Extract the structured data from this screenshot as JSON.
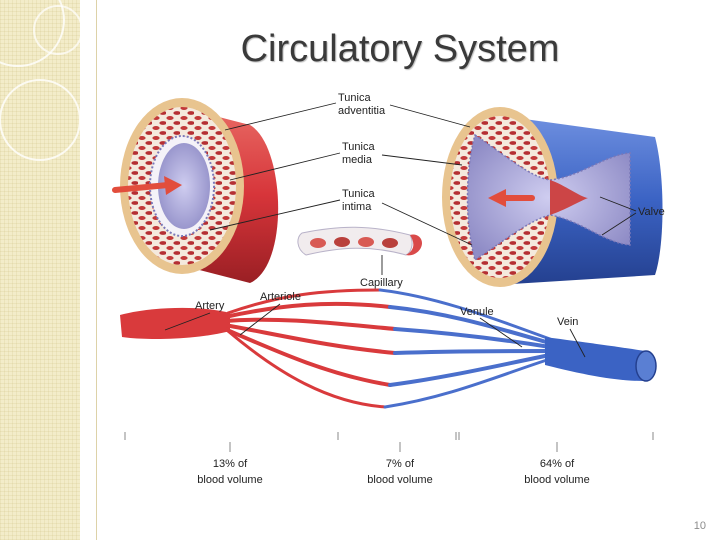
{
  "slide": {
    "title": "Circulatory System",
    "page_number": "10"
  },
  "labels": {
    "tunica_adventitia_1": "Tunica",
    "tunica_adventitia_2": "adventitia",
    "tunica_media_1": "Tunica",
    "tunica_media_2": "media",
    "tunica_intima_1": "Tunica",
    "tunica_intima_2": "intima",
    "valve": "Valve",
    "capillary": "Capillary",
    "artery": "Artery",
    "arteriole": "Arteriole",
    "venule": "Venule",
    "vein": "Vein"
  },
  "blood_volume": [
    {
      "percent": "13% of",
      "text": "blood volume"
    },
    {
      "percent": "7% of",
      "text": "blood volume"
    },
    {
      "percent": "64% of",
      "text": "blood volume"
    }
  ],
  "colors": {
    "artery_red": "#d93a3c",
    "vein_blue": "#3b63c4",
    "lumen_purple": "#a7a6d6",
    "adventitia_tan": "#e8c48f",
    "background_band": "#f3ecc9"
  }
}
